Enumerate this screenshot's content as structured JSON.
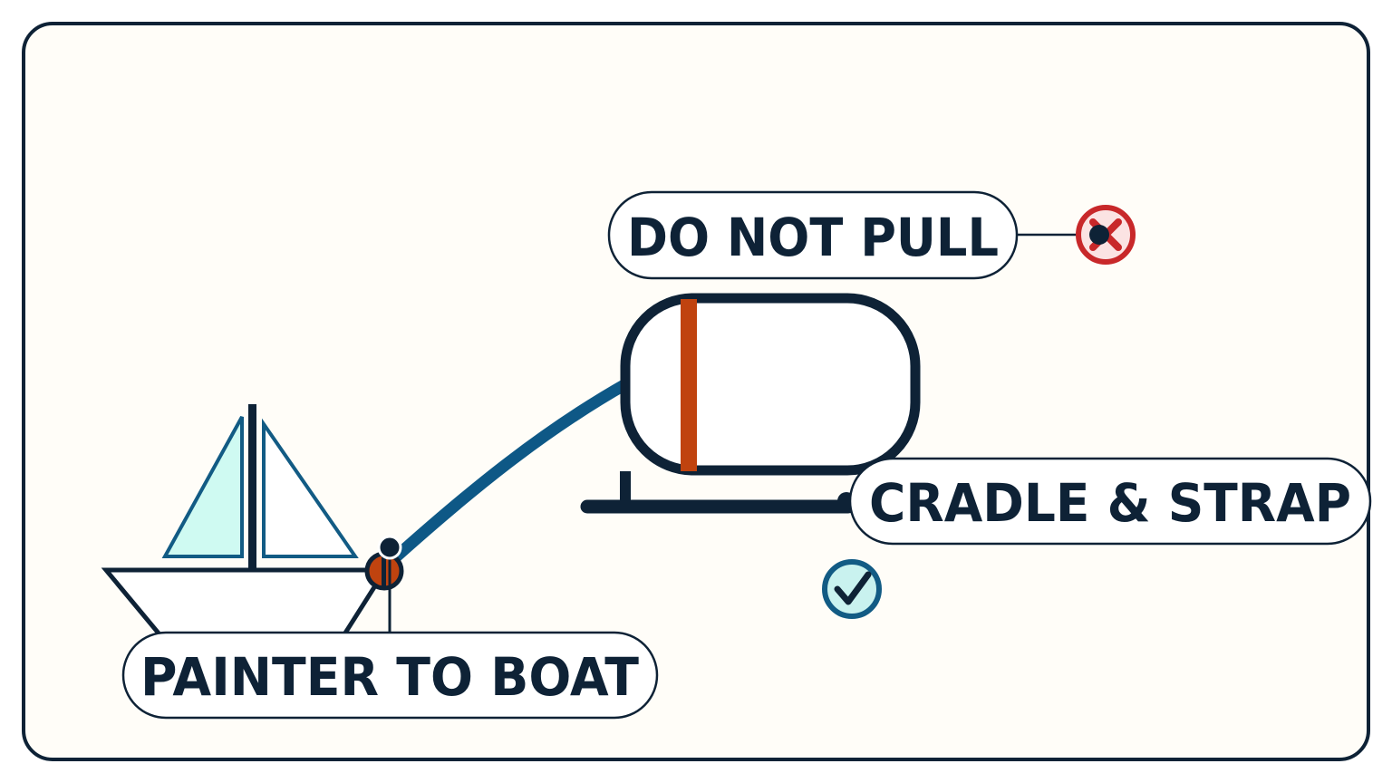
{
  "labels": {
    "do_not_pull": "DO NOT PULL",
    "cradle_and_strap": "CRADLE & STRAP",
    "painter_to_boat": "PAINTER TO BOAT"
  },
  "icons": {
    "prohibited": "prohibited-x-icon",
    "approved": "check-circle-icon"
  },
  "colors": {
    "background": "#fffdf8",
    "frame": "#0e2236",
    "rope": "#0e5886",
    "strap": "#c0430f",
    "sail_fill": "#cffaf2",
    "sail_stroke": "#125b84",
    "warning": "#c8282a",
    "warning_fill": "#fbe3e3",
    "check": "#125b84",
    "check_fill": "#c9f2ef"
  }
}
